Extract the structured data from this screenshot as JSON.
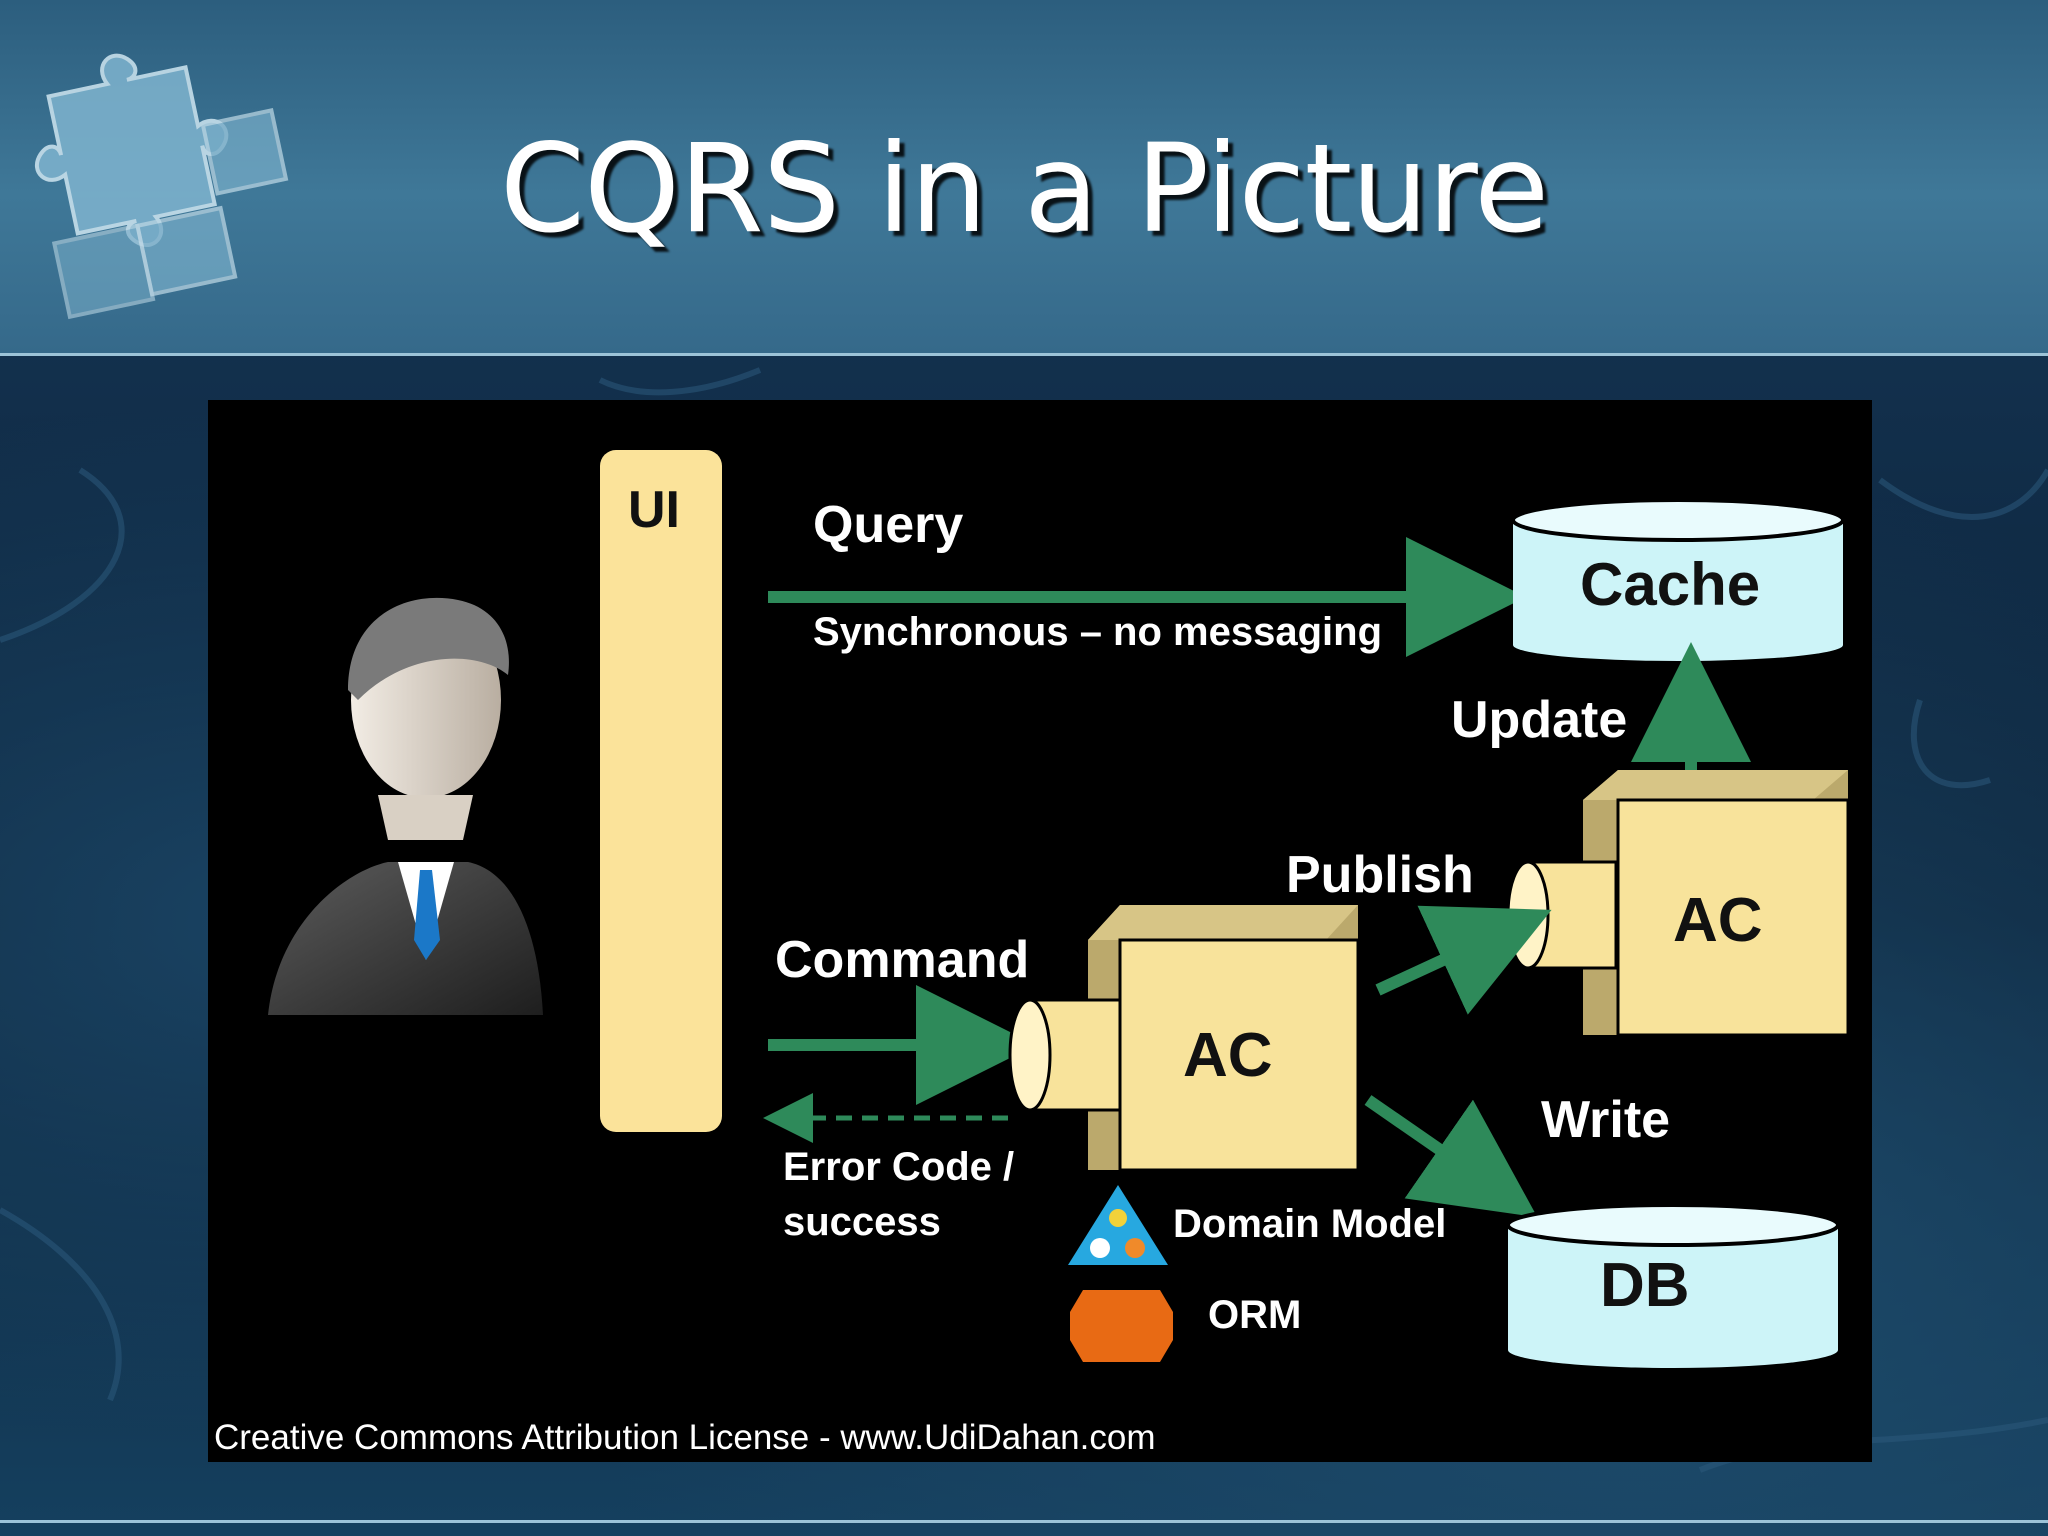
{
  "slide": {
    "title": "CQRS in a Picture",
    "colors": {
      "header": "#3f7898",
      "background": "#0f2b44",
      "accent_line": "#9cc3d8"
    }
  },
  "diagram": {
    "ui_label": "UI",
    "query_label": "Query",
    "query_note": "Synchronous – no messaging",
    "cache_label": "Cache",
    "update_label": "Update",
    "publish_label": "Publish",
    "command_label": "Command",
    "ac_label_left": "AC",
    "ac_label_right": "AC",
    "write_label": "Write",
    "error_label_line1": "Error Code /",
    "error_label_line2": "success",
    "domain_model_label": "Domain Model",
    "orm_label": "ORM",
    "db_label": "DB",
    "credit": "Creative Commons Attribution License - www.UdiDahan.com",
    "colors": {
      "ui_bar": "#fbe39a",
      "box_front": "#f8e39b",
      "box_top": "#d7c586",
      "box_side": "#bba96c",
      "cylinder": "#cdf4f8",
      "arrow": "#2e8a5a",
      "orm": "#e86a14"
    },
    "icons": [
      "user-icon",
      "domain-model-icon",
      "orm-icon",
      "puzzle-icon"
    ]
  }
}
